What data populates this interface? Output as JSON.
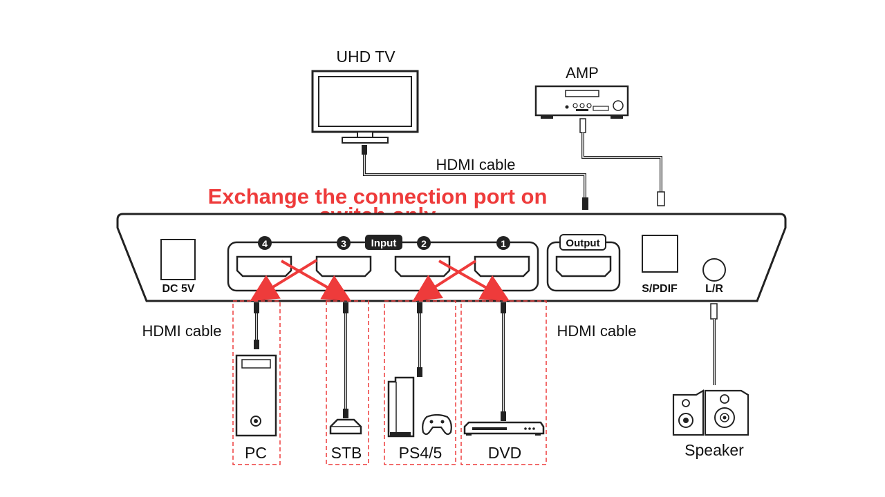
{
  "devices": {
    "tv": "UHD TV",
    "amp": "AMP",
    "speaker": "Speaker",
    "pc": "PC",
    "stb": "STB",
    "ps": "PS4/5",
    "dvd": "DVD"
  },
  "cables": {
    "top": "HDMI cable",
    "left": "HDMI cable",
    "right": "HDMI cable"
  },
  "note": {
    "line1": "Exchange the connection port on",
    "line2": "switch only",
    "color": "#ee3b3b"
  },
  "switch": {
    "dc": "DC 5V",
    "input": "Input",
    "output": "Output",
    "spdif": "S/PDIF",
    "lr": "L/R",
    "ports": [
      "4",
      "3",
      "2",
      "1"
    ]
  }
}
